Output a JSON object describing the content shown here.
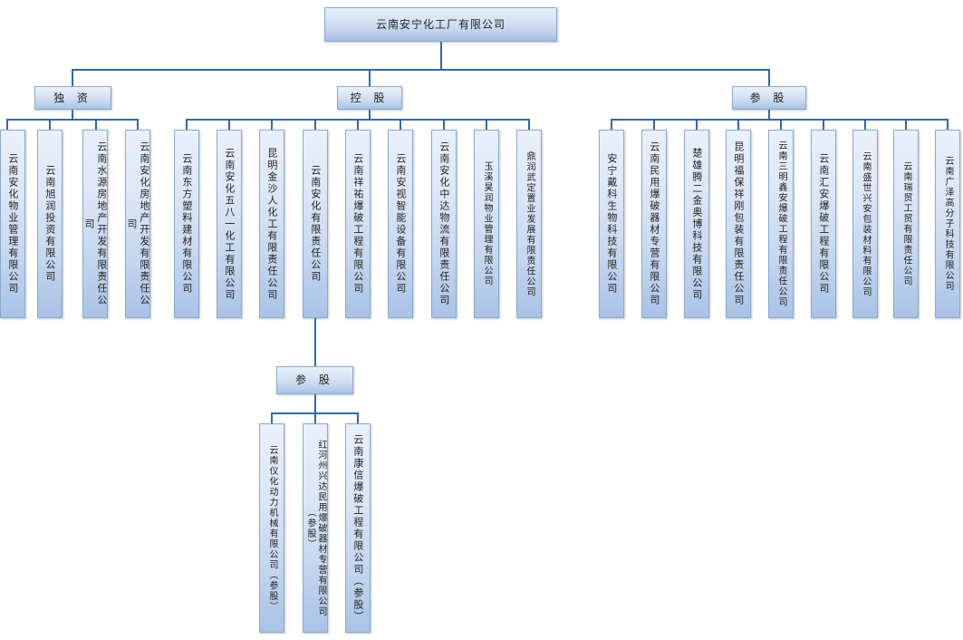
{
  "diagram": {
    "title": "云南安宁化工厂有限公司 组织结构图",
    "type": "org-chart",
    "line_color": "#35689E",
    "node_border_color": "#8DA9C9",
    "node_fill_top": "#E9F0FA",
    "node_fill_bottom": "#A9C2E6"
  },
  "root": {
    "label": "云南安宁化工厂有限公司"
  },
  "categories": {
    "duzi": {
      "label": "独 资"
    },
    "konggu": {
      "label": "控 股"
    },
    "cangu": {
      "label": "参 股"
    },
    "cangu_sub": {
      "label": "参 股"
    }
  },
  "duzi_children": [
    {
      "label": "云南安化物业管理有限公司"
    },
    {
      "label": "云南旭润投资有限公司"
    },
    {
      "label": "云南水源房地产开发有限责任公司"
    },
    {
      "label": "云南安化房地产开发有限责任公司"
    }
  ],
  "konggu_children": [
    {
      "label": "云南东方塑料建材有限公司"
    },
    {
      "label": "云南安化五八一化工有限公司"
    },
    {
      "label": "昆明金沙人化工有限责任公司"
    },
    {
      "label": "云南安化有限责任公司"
    },
    {
      "label": "云南祥祐爆破工程有限公司"
    },
    {
      "label": "云南安视智能设备有限公司"
    },
    {
      "label": "云南安化中达物流有限责任公司"
    },
    {
      "label": "玉溪昊润物业管理有限公司"
    },
    {
      "label": "鼎润武定置业发展有限责任公司"
    }
  ],
  "cangu_children": [
    {
      "label": "安宁戴科生物科技有限公司"
    },
    {
      "label": "云南民用爆破器材专营有限公司"
    },
    {
      "label": "楚雄腾二金奥博科技有限公司"
    },
    {
      "label": "昆明福保祥刚包装有限责任公司"
    },
    {
      "label": "云南三明鑫安爆破工程有限责任公司"
    },
    {
      "label": "云南汇安爆破工程有限公司"
    },
    {
      "label": "云南盛世兴安包装材料有限公司"
    },
    {
      "label": "云南瑞贸工贸有限责任公司"
    },
    {
      "label": "云南广泽高分子科技有限公司"
    }
  ],
  "cangu_sub_children": [
    {
      "label": "云南仪化动力机械有限公司（参股）"
    },
    {
      "label": "红河州兴达民用爆破器材专营有限公司（参股）"
    },
    {
      "label": "云南康信爆破工程有限公司（参股）"
    }
  ]
}
